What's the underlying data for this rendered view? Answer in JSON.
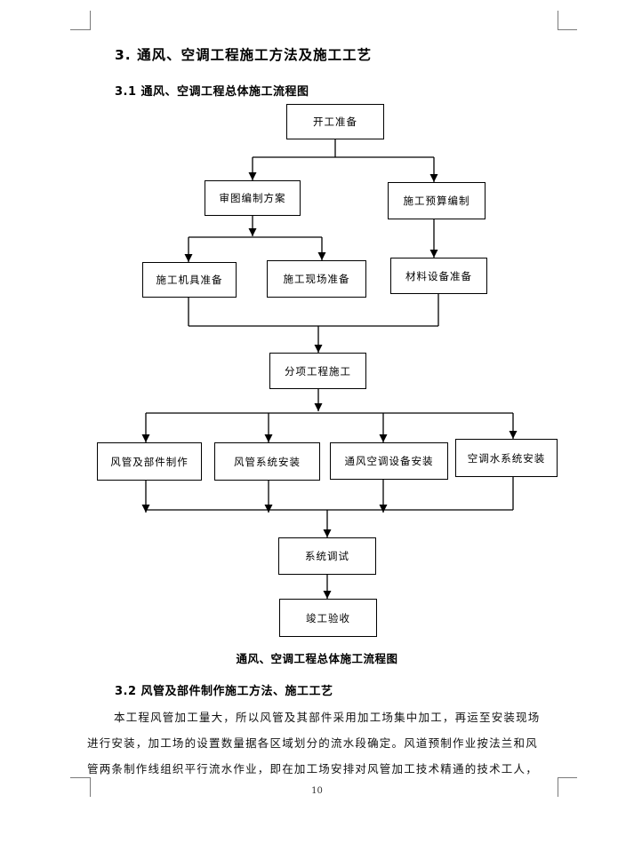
{
  "heading": "3. 通风、空调工程施工方法及施工工艺",
  "section_31": "3.1 通风、空调工程总体施工流程图",
  "flow": {
    "start": "开工准备",
    "drawing": "审图编制方案",
    "budget": "施工预算编制",
    "machinery": "施工机具准备",
    "site": "施工现场准备",
    "materials": "材料设备准备",
    "subproject": "分项工程施工",
    "duct": "风管及部件制作",
    "duct_install": "风管系统安装",
    "equipment": "通风空调设备安装",
    "water": "空调水系统安装",
    "debug": "系统调试",
    "acceptance": "竣工验收"
  },
  "caption": "通风、空调工程总体施工流程图",
  "section_32": "3.2 风管及部件制作施工方法、施工工艺",
  "paragraph": [
    "本工程风管加工量大，所以风管及其部件采用加工场集中加工，再运至安装现场",
    "进行安装，加工场的设置数量据各区域划分的流水段确定。风道预制作业按法兰和风",
    "管两条制作线组织平行流水作业，即在加工场安排对风管加工技术精通的技术工人，"
  ],
  "page_number": "10"
}
